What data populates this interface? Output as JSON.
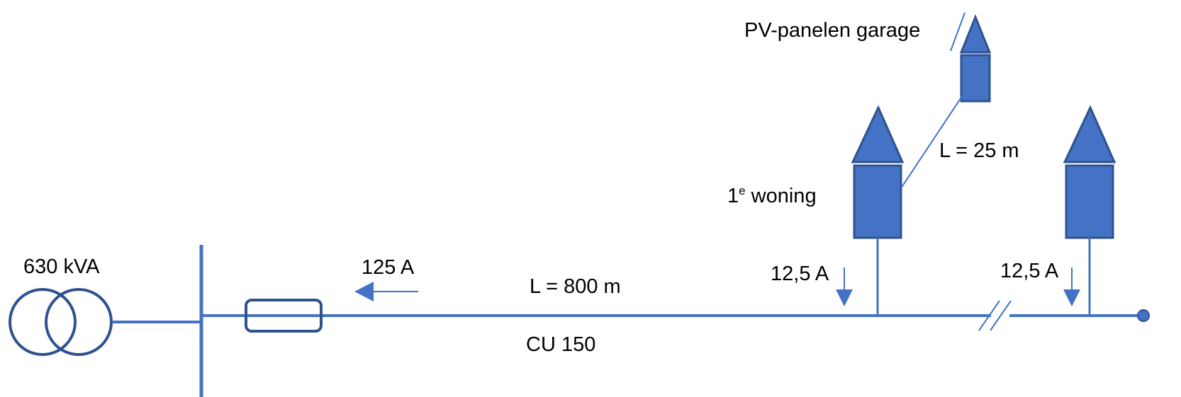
{
  "labels": {
    "transformer": "630 kVA",
    "current_main": "125 A",
    "cable_length": "L = 800 m",
    "cable_type": "CU 150",
    "house_load_1": "12,5 A",
    "house_load_2": "12,5 A",
    "first_house_num": "1",
    "first_house_sup": "e",
    "first_house_word": " woning",
    "pv_garage": "PV-panelen garage",
    "pv_cable_length": "L = 25 m"
  },
  "colors": {
    "line": "#4472C4",
    "fill": "#4472C4",
    "stroke_dark": "#2F528F",
    "text": "#000000"
  }
}
